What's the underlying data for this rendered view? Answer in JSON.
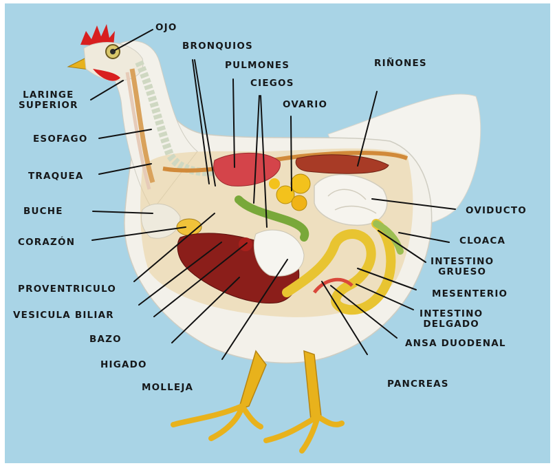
{
  "diagram": {
    "labels": {
      "ojo": "OJO",
      "bronquios": "BRONQUIOS",
      "pulmones": "PULMONES",
      "ciegos": "CIEGOS",
      "ovario": "OVARIO",
      "rinones": "RIÑONES",
      "laringe_line1": "LARINGE",
      "laringe_line2": "SUPERIOR",
      "esofago": "ESOFAGO",
      "traquea": "TRAQUEA",
      "buche": "BUCHE",
      "corazon": "CORAZÓN",
      "proventriculo": "PROVENTRICULO",
      "vesicula": "VESICULA BILIAR",
      "bazo": "BAZO",
      "higado": "HIGADO",
      "molleja": "MOLLEJA",
      "oviducto": "OVIDUCTO",
      "cloaca": "CLOACA",
      "int_grueso_line1": "INTESTINO",
      "int_grueso_line2": "GRUESO",
      "mesenterio": "MESENTERIO",
      "int_delgado_line1": "INTESTINO",
      "int_delgado_line2": "DELGADO",
      "ansa": "ANSA DUODENAL",
      "pancreas": "PANCREAS"
    },
    "colors": {
      "background": "#a9d4e6",
      "body": "#f3f1ea",
      "leader_lines": "#111111",
      "legs": "#e8b21c"
    }
  }
}
